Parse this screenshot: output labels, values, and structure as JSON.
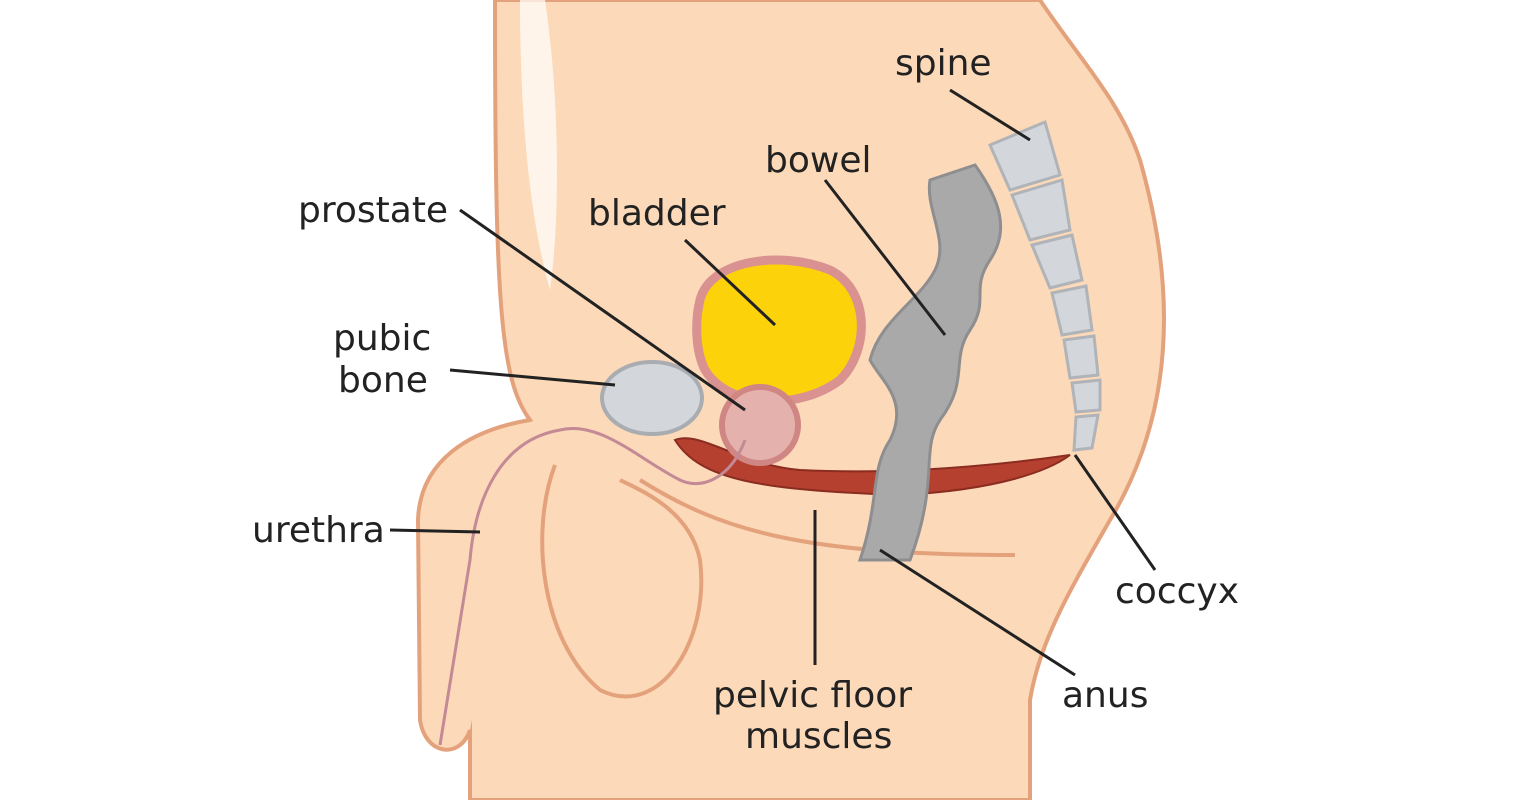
{
  "labels": {
    "spine": "spine",
    "bowel": "bowel",
    "prostate": "prostate",
    "bladder": "bladder",
    "pubic_bone": [
      "pubic",
      "bone"
    ],
    "urethra": "urethra",
    "coccyx": "coccyx",
    "anus": "anus",
    "pelvic_floor": [
      "pelvic floor",
      "muscles"
    ]
  },
  "colors": {
    "skin": "#fcd9b8",
    "outline": "#e4a27c",
    "bladder": "#fcd20a",
    "bladder_rim": "#d99290",
    "bowel": "#a9a9aa",
    "bone": "#d3d7dc",
    "muscle": "#b5402f",
    "prostate": "#e4b1ad"
  }
}
